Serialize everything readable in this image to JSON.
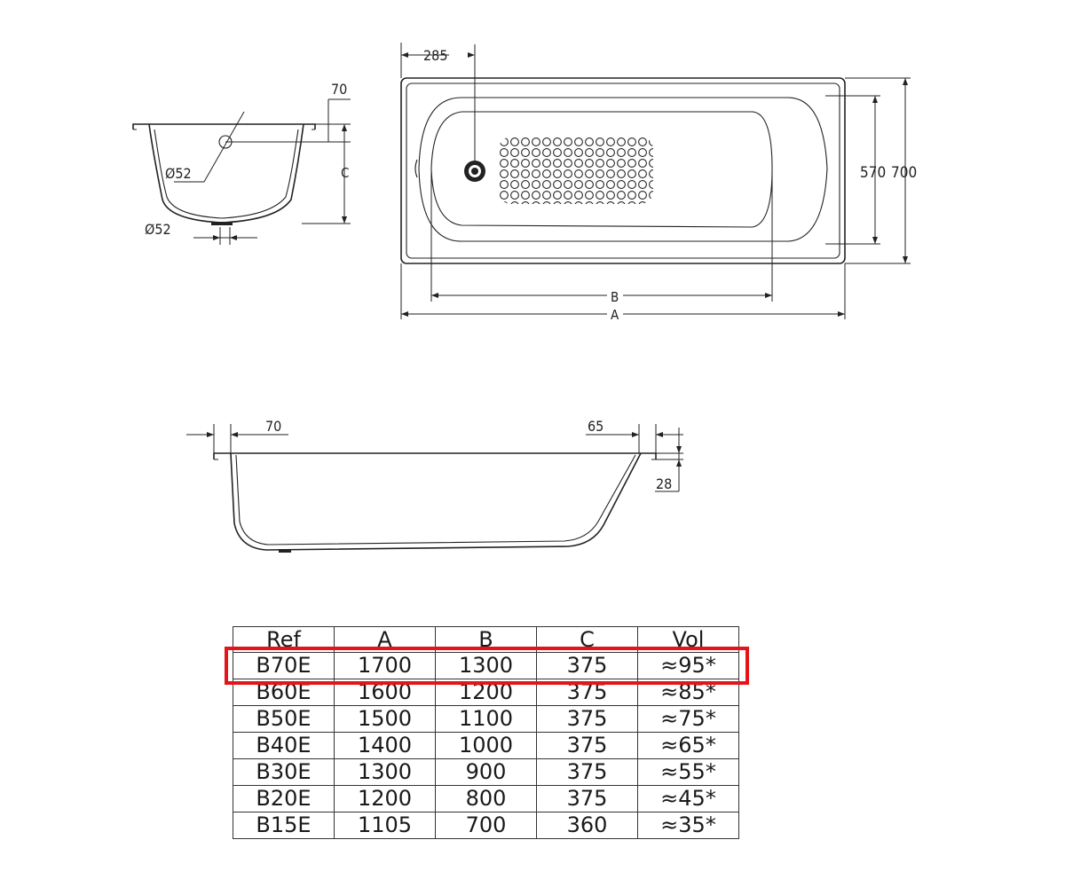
{
  "dimensions": {
    "top_view": {
      "end_offset": "285",
      "inner_width": "570",
      "outer_width": "700",
      "inner_length": "B",
      "outer_length": "A"
    },
    "end_section": {
      "rim": "70",
      "drain": "Ø52",
      "overflow": "Ø52",
      "depth": "C"
    },
    "side_section": {
      "left_rim": "70",
      "right_rim": "65",
      "height": "28"
    }
  },
  "table": {
    "headers": [
      "Ref",
      "A",
      "B",
      "C",
      "Vol"
    ],
    "rows": [
      [
        "B70E",
        "1700",
        "1300",
        "375",
        "≈95*"
      ],
      [
        "B60E",
        "1600",
        "1200",
        "375",
        "≈85*"
      ],
      [
        "B50E",
        "1500",
        "1100",
        "375",
        "≈75*"
      ],
      [
        "B40E",
        "1400",
        "1000",
        "375",
        "≈65*"
      ],
      [
        "B30E",
        "1300",
        "900",
        "375",
        "≈55*"
      ],
      [
        "B20E",
        "1200",
        "800",
        "375",
        "≈45*"
      ],
      [
        "B15E",
        "1105",
        "700",
        "360",
        "≈35*"
      ]
    ],
    "highlighted_row": 0,
    "highlight_color": "#e3151a"
  }
}
